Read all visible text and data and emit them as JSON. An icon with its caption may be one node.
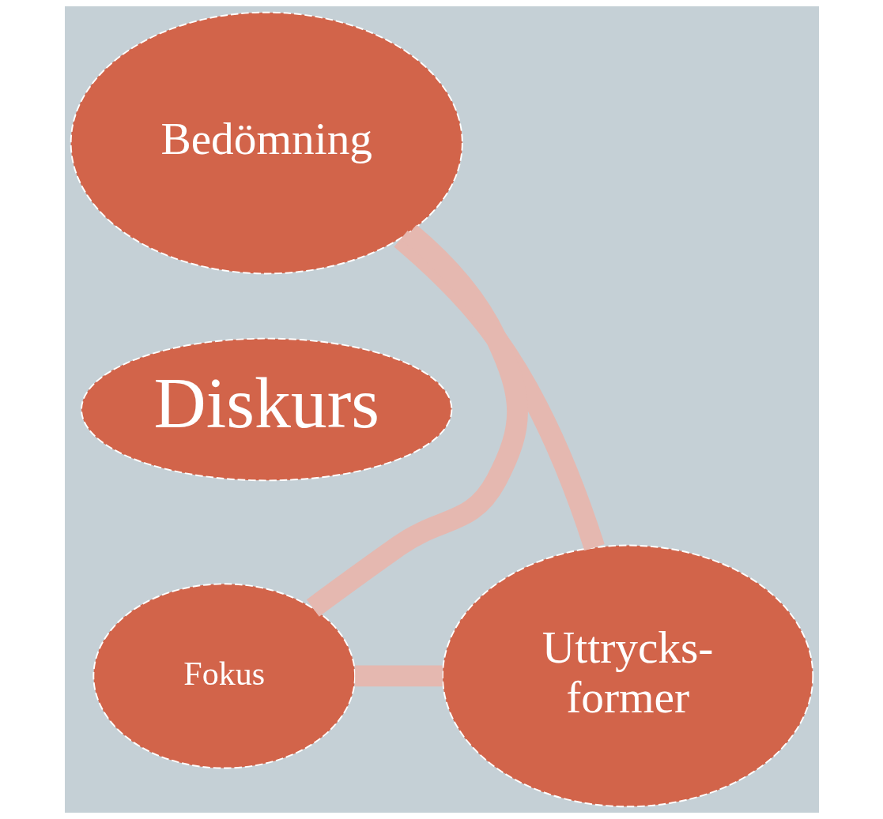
{
  "diagram": {
    "nodes": [
      {
        "text": [
          "Bedömning"
        ]
      },
      {
        "text": [
          "Diskurs"
        ]
      },
      {
        "text": [
          "Fokus"
        ]
      },
      {
        "text": [
          "Uttrycks- former"
        ]
      }
    ],
    "edges": [
      {
        "from": 0,
        "to": 3,
        "arrow": "none"
      },
      {
        "from": 3,
        "to": 2,
        "arrow": "none"
      },
      {
        "from": 2,
        "to": 0,
        "arrow": "none"
      }
    ]
  }
}
